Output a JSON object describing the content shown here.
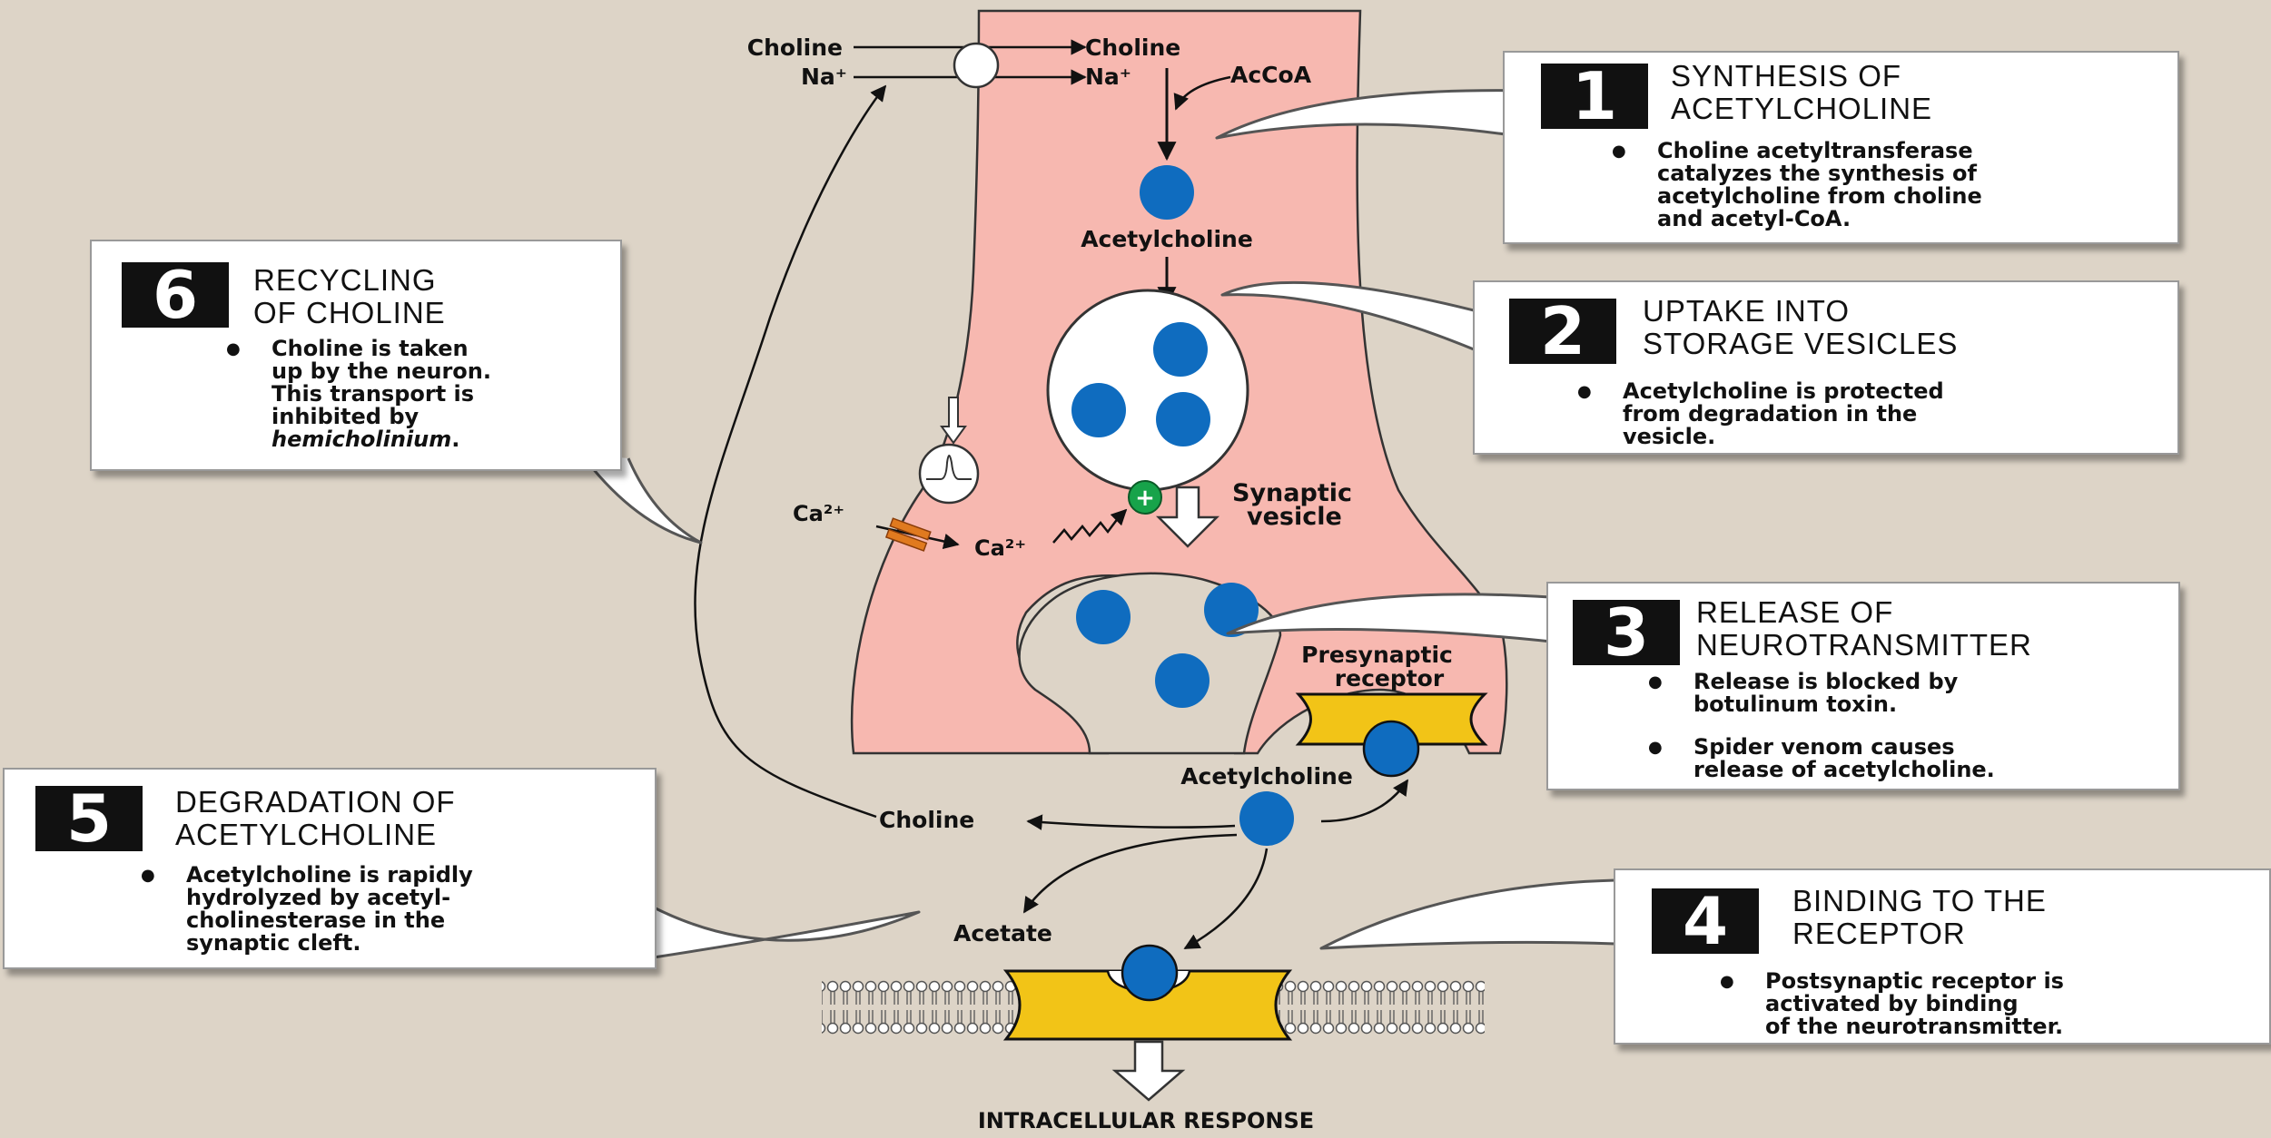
{
  "diagram": {
    "labels": {
      "choline_out": "Choline",
      "na_out": "Na⁺",
      "choline_in": "Choline",
      "na_in": "Na⁺",
      "accoa": "AcCoA",
      "acetylcholine_top": "Acetylcholine",
      "ca_out": "Ca²⁺",
      "ca_in": "Ca²⁺",
      "synaptic_vesicle": "Synaptic\nvesicle",
      "presynaptic_receptor": "Presynaptic\nreceptor",
      "acetylcholine_cleft": "Acetylcholine",
      "choline_cleft": "Choline",
      "acetate": "Acetate",
      "intracellular_response": "INTRACELLULAR RESPONSE"
    },
    "plus_sign": "+",
    "colors": {
      "background": "#ddd4c7",
      "neuron": "#f7b8b0",
      "acetylcholine": "#0f6cbf",
      "receptor": "#f2c417",
      "plus": "#17a34a",
      "channel": "#e07a1f"
    }
  },
  "steps": [
    {
      "number": "1",
      "title": "SYNTHESIS OF\nACETYLCHOLINE",
      "bullets": [
        "Choline acetyltransferase\ncatalyzes the synthesis of\nacetylcholine from choline\nand acetyl-CoA."
      ]
    },
    {
      "number": "2",
      "title": "UPTAKE INTO\nSTORAGE VESICLES",
      "bullets": [
        "Acetylcholine is protected\nfrom degradation in the\nvesicle."
      ]
    },
    {
      "number": "3",
      "title": "RELEASE OF\nNEUROTRANSMITTER",
      "bullets": [
        "Release is blocked by\nbotulinum toxin.",
        "Spider venom causes\nrelease of acetylcholine."
      ]
    },
    {
      "number": "4",
      "title": "BINDING TO THE\nRECEPTOR",
      "bullets": [
        "Postsynaptic receptor is\nactivated by binding\nof the neurotransmitter."
      ]
    },
    {
      "number": "5",
      "title": "DEGRADATION OF\nACETYLCHOLINE",
      "bullets": [
        "Acetylcholine is rapidly\nhydrolyzed by acetyl-\ncholinesterase in the\nsynaptic cleft."
      ]
    },
    {
      "number": "6",
      "title": "RECYCLING\nOF CHOLINE",
      "bullets": [
        "Choline is taken\nup by the neuron.\nThis transport is\ninhibited by\n"
      ],
      "bullet_italic": "hemicholinium",
      "bullet_tail": "."
    }
  ]
}
